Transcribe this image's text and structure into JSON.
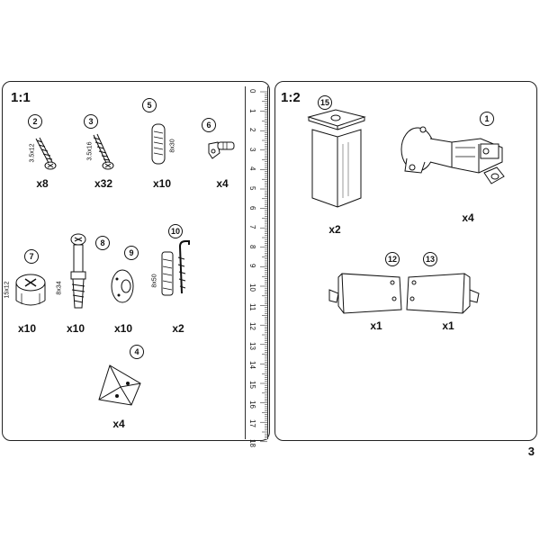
{
  "left_panel": {
    "scale_label": "1:1",
    "parts": [
      {
        "id": "2",
        "dim": "3.5x12",
        "qty": "x8"
      },
      {
        "id": "3",
        "dim": "3.5x16",
        "qty": "x32"
      },
      {
        "id": "5",
        "dim": "8x30",
        "qty": "x10"
      },
      {
        "id": "6",
        "dim": "",
        "qty": "x4"
      },
      {
        "id": "7",
        "dim": "15x12",
        "qty": "x10"
      },
      {
        "id": "8",
        "dim": "8x34",
        "qty": "x10"
      },
      {
        "id": "9",
        "dim": "",
        "qty": "x10"
      },
      {
        "id": "10",
        "dim": "8x50",
        "qty": "x2"
      },
      {
        "id": "4",
        "dim": "",
        "qty": "x4"
      }
    ]
  },
  "ruler": {
    "numbers": [
      "0",
      "1",
      "2",
      "3",
      "4",
      "5",
      "6",
      "7",
      "8",
      "9",
      "10",
      "11",
      "12",
      "13",
      "14",
      "15",
      "16",
      "17",
      "18"
    ]
  },
  "right_panel": {
    "scale_label": "1:2",
    "parts": [
      {
        "id": "15",
        "qty": "x2"
      },
      {
        "id": "1",
        "qty": "x4"
      },
      {
        "id": "12",
        "qty": "x1"
      },
      {
        "id": "13",
        "qty": "x1"
      }
    ]
  },
  "page_number": "3"
}
